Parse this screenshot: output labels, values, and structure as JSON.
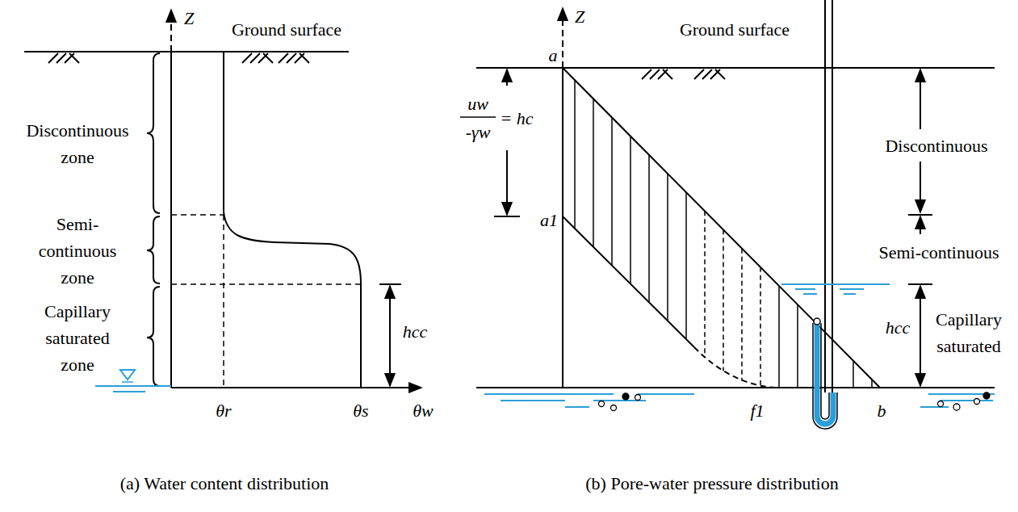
{
  "diagram": {
    "labels": [
      "Z",
      "Ground surface",
      "Discontinuous zone",
      "Semi-continuous zone",
      "Capillary saturated zone",
      "hcc",
      "θr",
      "θs",
      "θw",
      "(a) Water content distribution",
      "Z",
      "a",
      "Ground surface",
      "uw",
      "-γw",
      "= hc",
      "a1",
      "f1",
      "b",
      "Discontinuous",
      "Semi-continuous",
      "hcc",
      "Capillary saturated",
      "(b) Pore-water pressure distribution"
    ]
  }
}
